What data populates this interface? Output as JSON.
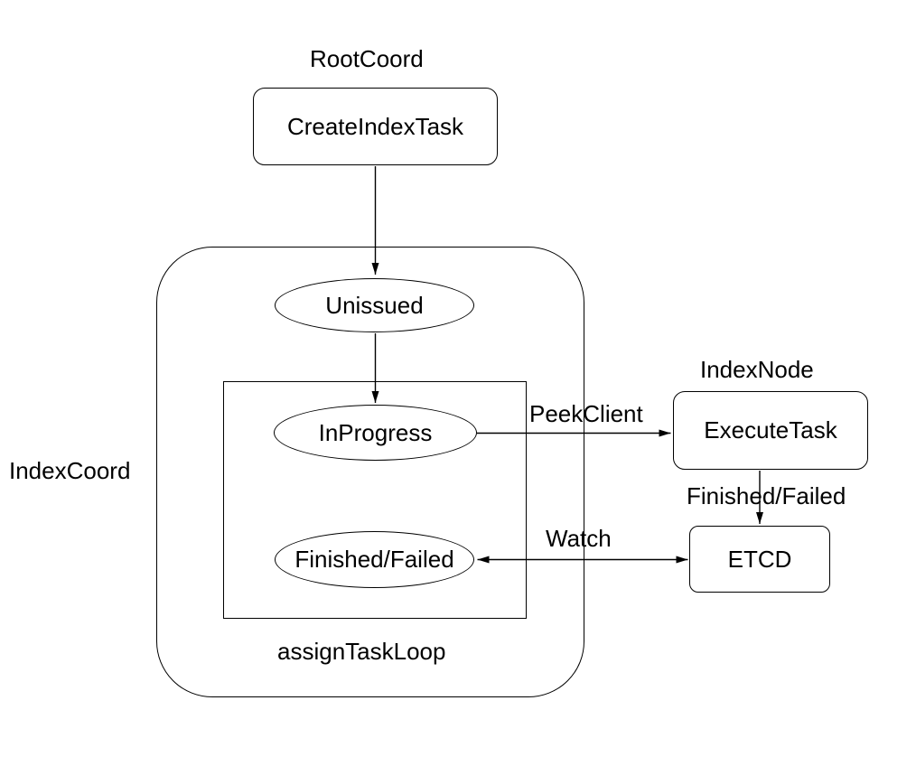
{
  "diagram": {
    "labels": {
      "root_coord": "RootCoord",
      "index_node": "IndexNode",
      "index_coord": "IndexCoord",
      "assign_task_loop": "assignTaskLoop"
    },
    "nodes": {
      "create_index_task": "CreateIndexTask",
      "unissued": "Unissued",
      "in_progress": "InProgress",
      "finished_failed": "Finished/Failed",
      "execute_task": "ExecuteTask",
      "etcd": "ETCD"
    },
    "edge_labels": {
      "peek_client": "PeekClient",
      "finished_failed": "Finished/Failed",
      "watch": "Watch"
    },
    "colors": {
      "stroke": "#000000",
      "text": "#000000",
      "background": "#ffffff"
    }
  }
}
